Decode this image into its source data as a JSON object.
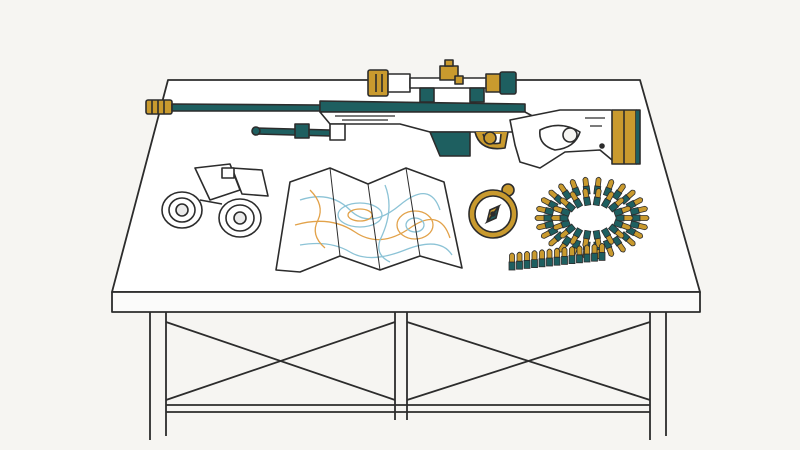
{
  "scene": {
    "objects": [
      {
        "id": "sniper-rifle",
        "icon": "rifle-icon"
      },
      {
        "id": "rifle-scope",
        "icon": "scope-icon"
      },
      {
        "id": "bipod",
        "icon": "bipod-icon"
      },
      {
        "id": "binoculars",
        "icon": "binoculars-icon"
      },
      {
        "id": "topographic-map",
        "icon": "map-icon"
      },
      {
        "id": "compass",
        "icon": "compass-icon"
      },
      {
        "id": "ammunition-belt",
        "icon": "ammo-belt-icon"
      },
      {
        "id": "table",
        "icon": "table-icon"
      }
    ]
  },
  "colors": {
    "background": "#f6f5f2",
    "ink": "#2c2c2c",
    "teal": "#1e5f60",
    "gold": "#c99a2e",
    "paper": "#ffffff",
    "map_blue": "#8cc3d6",
    "map_orange": "#e2a24a"
  }
}
